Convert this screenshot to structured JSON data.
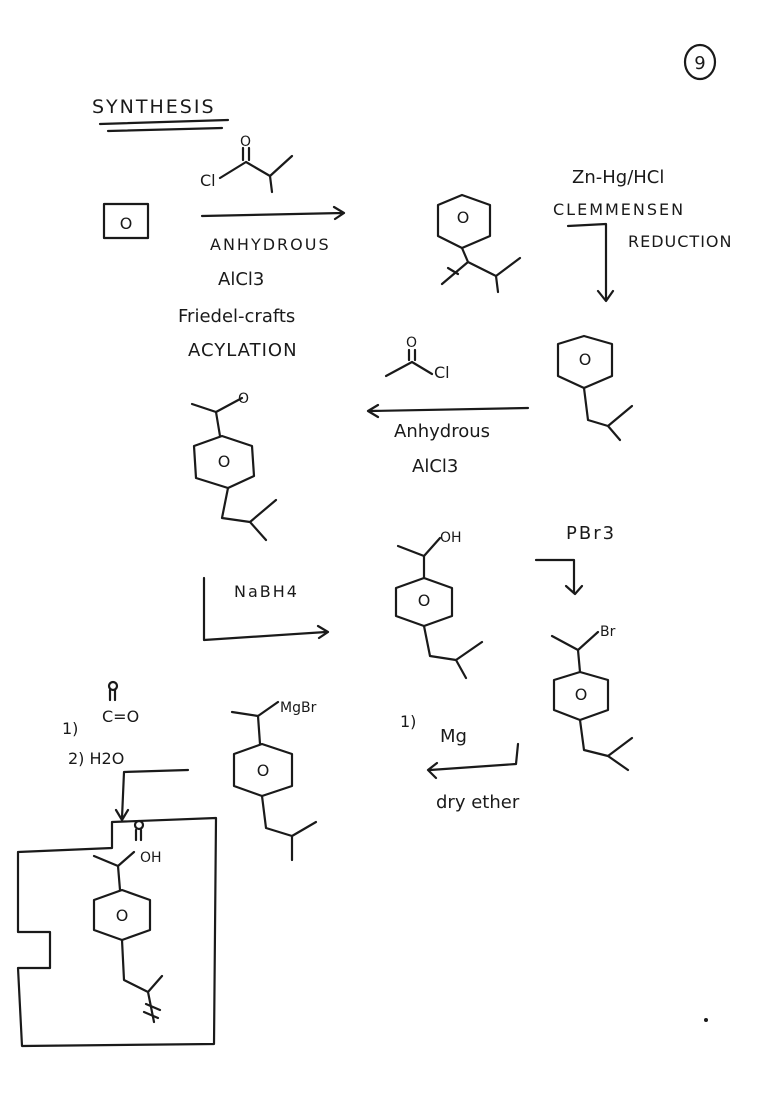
{
  "page": {
    "page_number": "9",
    "title": "SYNTHESIS"
  },
  "step1": {
    "reagent_substituent": "Cl",
    "conditions_line1": "ANHYDROUS",
    "conditions_line2": "AlCl3",
    "conditions_line3": "Friedel-crafts",
    "conditions_line4": "ACYLATION"
  },
  "step2": {
    "reagent": "Zn-Hg/HCl",
    "name_line1": "CLEMMENSEN",
    "name_line2": "REDUCTION"
  },
  "step3": {
    "reagent_substituent": "Cl",
    "conditions_line1": "Anhydrous",
    "conditions_line2": "AlCl3"
  },
  "step4": {
    "reagent": "NaBH4"
  },
  "step5": {
    "reagent": "PBr3"
  },
  "step6": {
    "step_number": "1)",
    "reagent": "Mg",
    "conditions": "dry ether"
  },
  "step7": {
    "step1_number": "1)",
    "step1_reagent": "C=O",
    "step2_label": "2) H2O"
  },
  "substituents": {
    "alcohol": "OH",
    "bromide": "Br",
    "grignard": "MgBr",
    "carboxylic_acid": "OH",
    "ketone_oxygen": "O"
  },
  "ring_label": "O",
  "colors": {
    "ink": "#1a1a1a",
    "paper": "#ffffff"
  }
}
